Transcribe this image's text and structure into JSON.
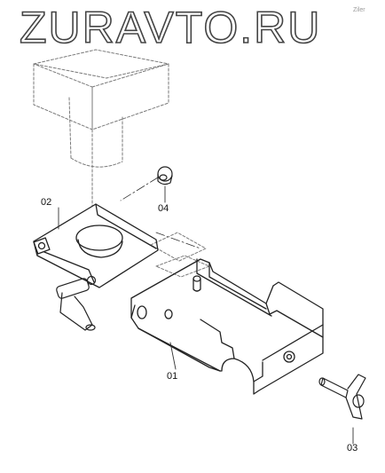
{
  "watermark": "ZURAVTO.RU",
  "corner_code": "Ziler",
  "callouts": [
    {
      "id": "label-02",
      "text": "02"
    },
    {
      "id": "label-04",
      "text": "04"
    },
    {
      "id": "label-01",
      "text": "01"
    },
    {
      "id": "label-03",
      "text": "03"
    }
  ],
  "colors": {
    "line": "#222222",
    "phantom": "#7a7a7a",
    "background": "#ffffff"
  }
}
